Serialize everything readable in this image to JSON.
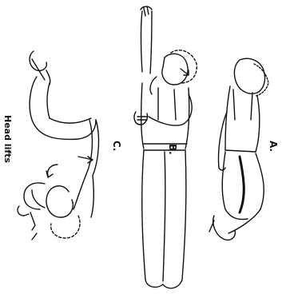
{
  "figure": {
    "title": "Head lifts",
    "panels": [
      {
        "id": "A",
        "label": "A."
      },
      {
        "id": "B",
        "label": "B."
      },
      {
        "id": "C",
        "label": "C."
      }
    ]
  },
  "colors": {
    "ink": "#111111",
    "background": "#ffffff"
  }
}
